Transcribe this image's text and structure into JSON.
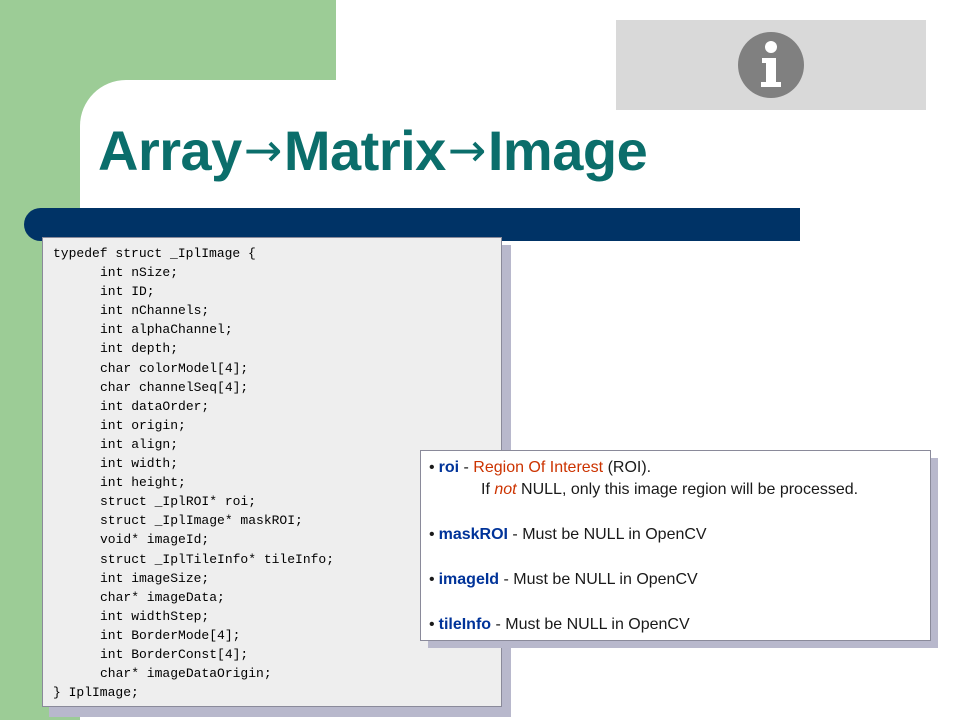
{
  "slide": {
    "title_parts": [
      "Array",
      "Matrix",
      "Image"
    ],
    "title_separator": "→",
    "info_icon": "info-circle-icon"
  },
  "code": {
    "lines": [
      "typedef struct _IplImage {",
      "int nSize;",
      "int ID;",
      "int nChannels;",
      "int alphaChannel;",
      "int depth;",
      "char colorModel[4];",
      "char channelSeq[4];",
      "int dataOrder;",
      "int origin;",
      "int align;",
      "int width;",
      "int height;",
      "struct _IplROI* roi;",
      "struct _IplImage* maskROI;",
      "void* imageId;",
      "struct _IplTileInfo* tileInfo;",
      "int imageSize;",
      "char* imageData;",
      "int widthStep;",
      "int BorderMode[4];",
      "int BorderConst[4];",
      "char* imageDataOrigin;",
      "} IplImage;"
    ]
  },
  "notes": {
    "roi": {
      "term": "roi",
      "sep": " - ",
      "desc": "Region Of Interest",
      "paren": " (ROI).",
      "cont_pre": "If ",
      "cont_not": "not",
      "cont_post": " NULL, only this image region will be processed."
    },
    "maskROI": {
      "term": "maskROI",
      "desc": " - Must be NULL in OpenCV"
    },
    "imageId": {
      "term": "imageId",
      "desc": " - Must be NULL in OpenCV"
    },
    "tileInfo": {
      "term": "tileInfo",
      "desc": " - Must be NULL in OpenCV"
    }
  },
  "colors": {
    "green_block": "#9ccc96",
    "title": "#0b6e6b",
    "title_bar": "#003366",
    "note_term": "#003399",
    "note_highlight": "#cc3300"
  }
}
